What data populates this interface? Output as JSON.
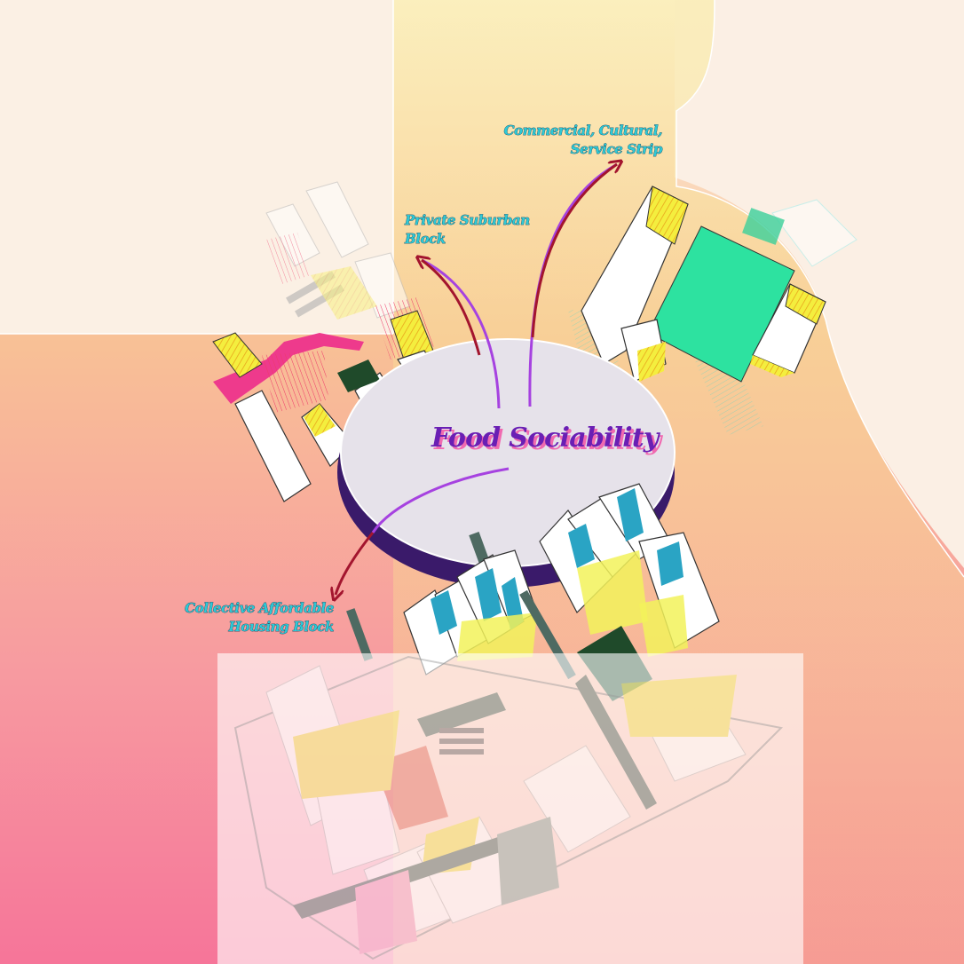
{
  "title": "Food Sociability",
  "labels": {
    "private": [
      "Private Suburban",
      "Block"
    ],
    "commercial": [
      "Commercial, Cultural,",
      "Service Strip"
    ],
    "collective": [
      "Collective Affordable",
      "Housing Block"
    ]
  },
  "colors": {
    "bg_top": "#fbe9da",
    "bg_bottom": "#f67599",
    "corridor": "#f8e48e",
    "arrow": "#a3152e",
    "curve": "#a642e0",
    "disc": "#e6e2ea",
    "disc_shadow": "#3a1a6a",
    "green_plaza": "#2de2a0"
  }
}
